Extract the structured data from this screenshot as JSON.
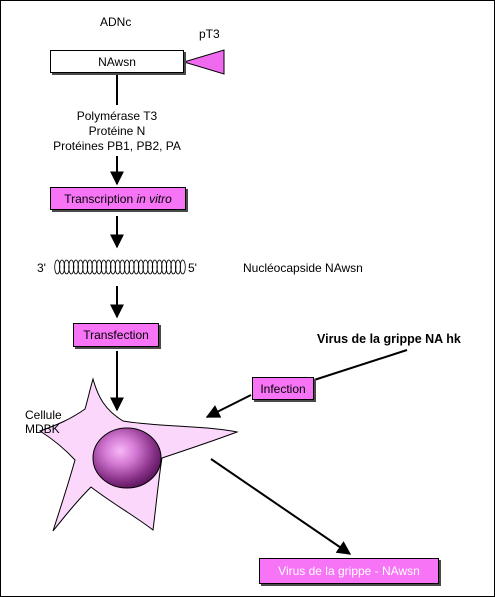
{
  "labels": {
    "adnc": "ADNc",
    "pt3": "pT3",
    "gene_box": "NAwsn",
    "enzymes": [
      "Polymérase T3",
      "Protéine N",
      "Protéines PB1, PB2, PA"
    ],
    "transcription_prefix": "Transcription ",
    "transcription_italic": "in vitro",
    "end_3": "3'",
    "end_5": "5'",
    "nucleocapsid": "Nucléocapside NAwsn",
    "transfection": "Transfection",
    "virus_hk": "Virus de la grippe NA hk",
    "infection": "Infection",
    "cell": [
      "Cellule",
      "MDBK"
    ],
    "result": "Virus de la grippe - NAwsn"
  },
  "colors": {
    "box_fill": "#f774f7",
    "box_shadow": "#4a4a4a",
    "cell_fill": "#fcd7fc",
    "nucleus_light": "#f7b8f7",
    "nucleus_dark": "#6e1e6e",
    "promoter": "#f06af0",
    "result_text": "#ffffff"
  },
  "icons": {
    "promoter": "triangle-promoter-icon",
    "rna": "coiled-rna-icon",
    "cell": "cell-shape-icon",
    "nucleus": "nucleus-icon"
  }
}
